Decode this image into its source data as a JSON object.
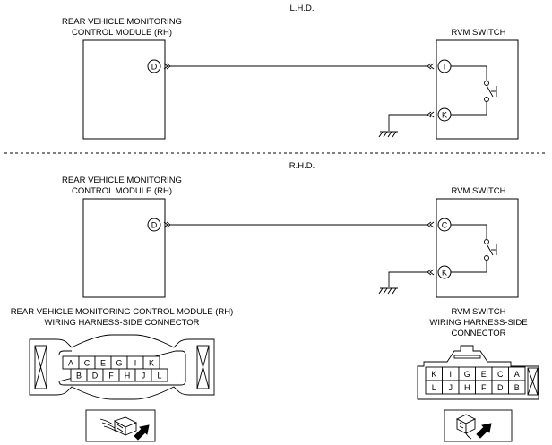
{
  "lhd": {
    "section_label": "L.H.D.",
    "module_title_line1": "REAR VEHICLE MONITORING",
    "module_title_line2": "CONTROL MODULE (RH)",
    "switch_title": "RVM SWITCH",
    "module_pin": "D",
    "switch_pin_top": "I",
    "switch_pin_bottom": "K"
  },
  "rhd": {
    "section_label": "R.H.D.",
    "module_title_line1": "REAR VEHICLE MONITORING",
    "module_title_line2": "CONTROL MODULE (RH)",
    "switch_title": "RVM SWITCH",
    "module_pin": "D",
    "switch_pin_top": "C",
    "switch_pin_bottom": "K"
  },
  "module_connector": {
    "title_line1": "REAR VEHICLE MONITORING CONTROL MODULE (RH)",
    "title_line2": "WIRING HARNESS-SIDE CONNECTOR",
    "top_row": [
      "A",
      "C",
      "E",
      "G",
      "I",
      "K"
    ],
    "bottom_row": [
      "B",
      "D",
      "F",
      "H",
      "J",
      "L"
    ]
  },
  "switch_connector": {
    "title_line1": "RVM SWITCH",
    "title_line2": "WIRING HARNESS-SIDE",
    "title_line3": "CONNECTOR",
    "top_row": [
      "K",
      "I",
      "G",
      "E",
      "C",
      "A"
    ],
    "bottom_row": [
      "L",
      "J",
      "H",
      "F",
      "D",
      "B"
    ]
  },
  "icons": [
    "connector-view-arrow-icon",
    "ground-icon",
    "harness-mark-icon",
    "switch-contact-icon"
  ]
}
